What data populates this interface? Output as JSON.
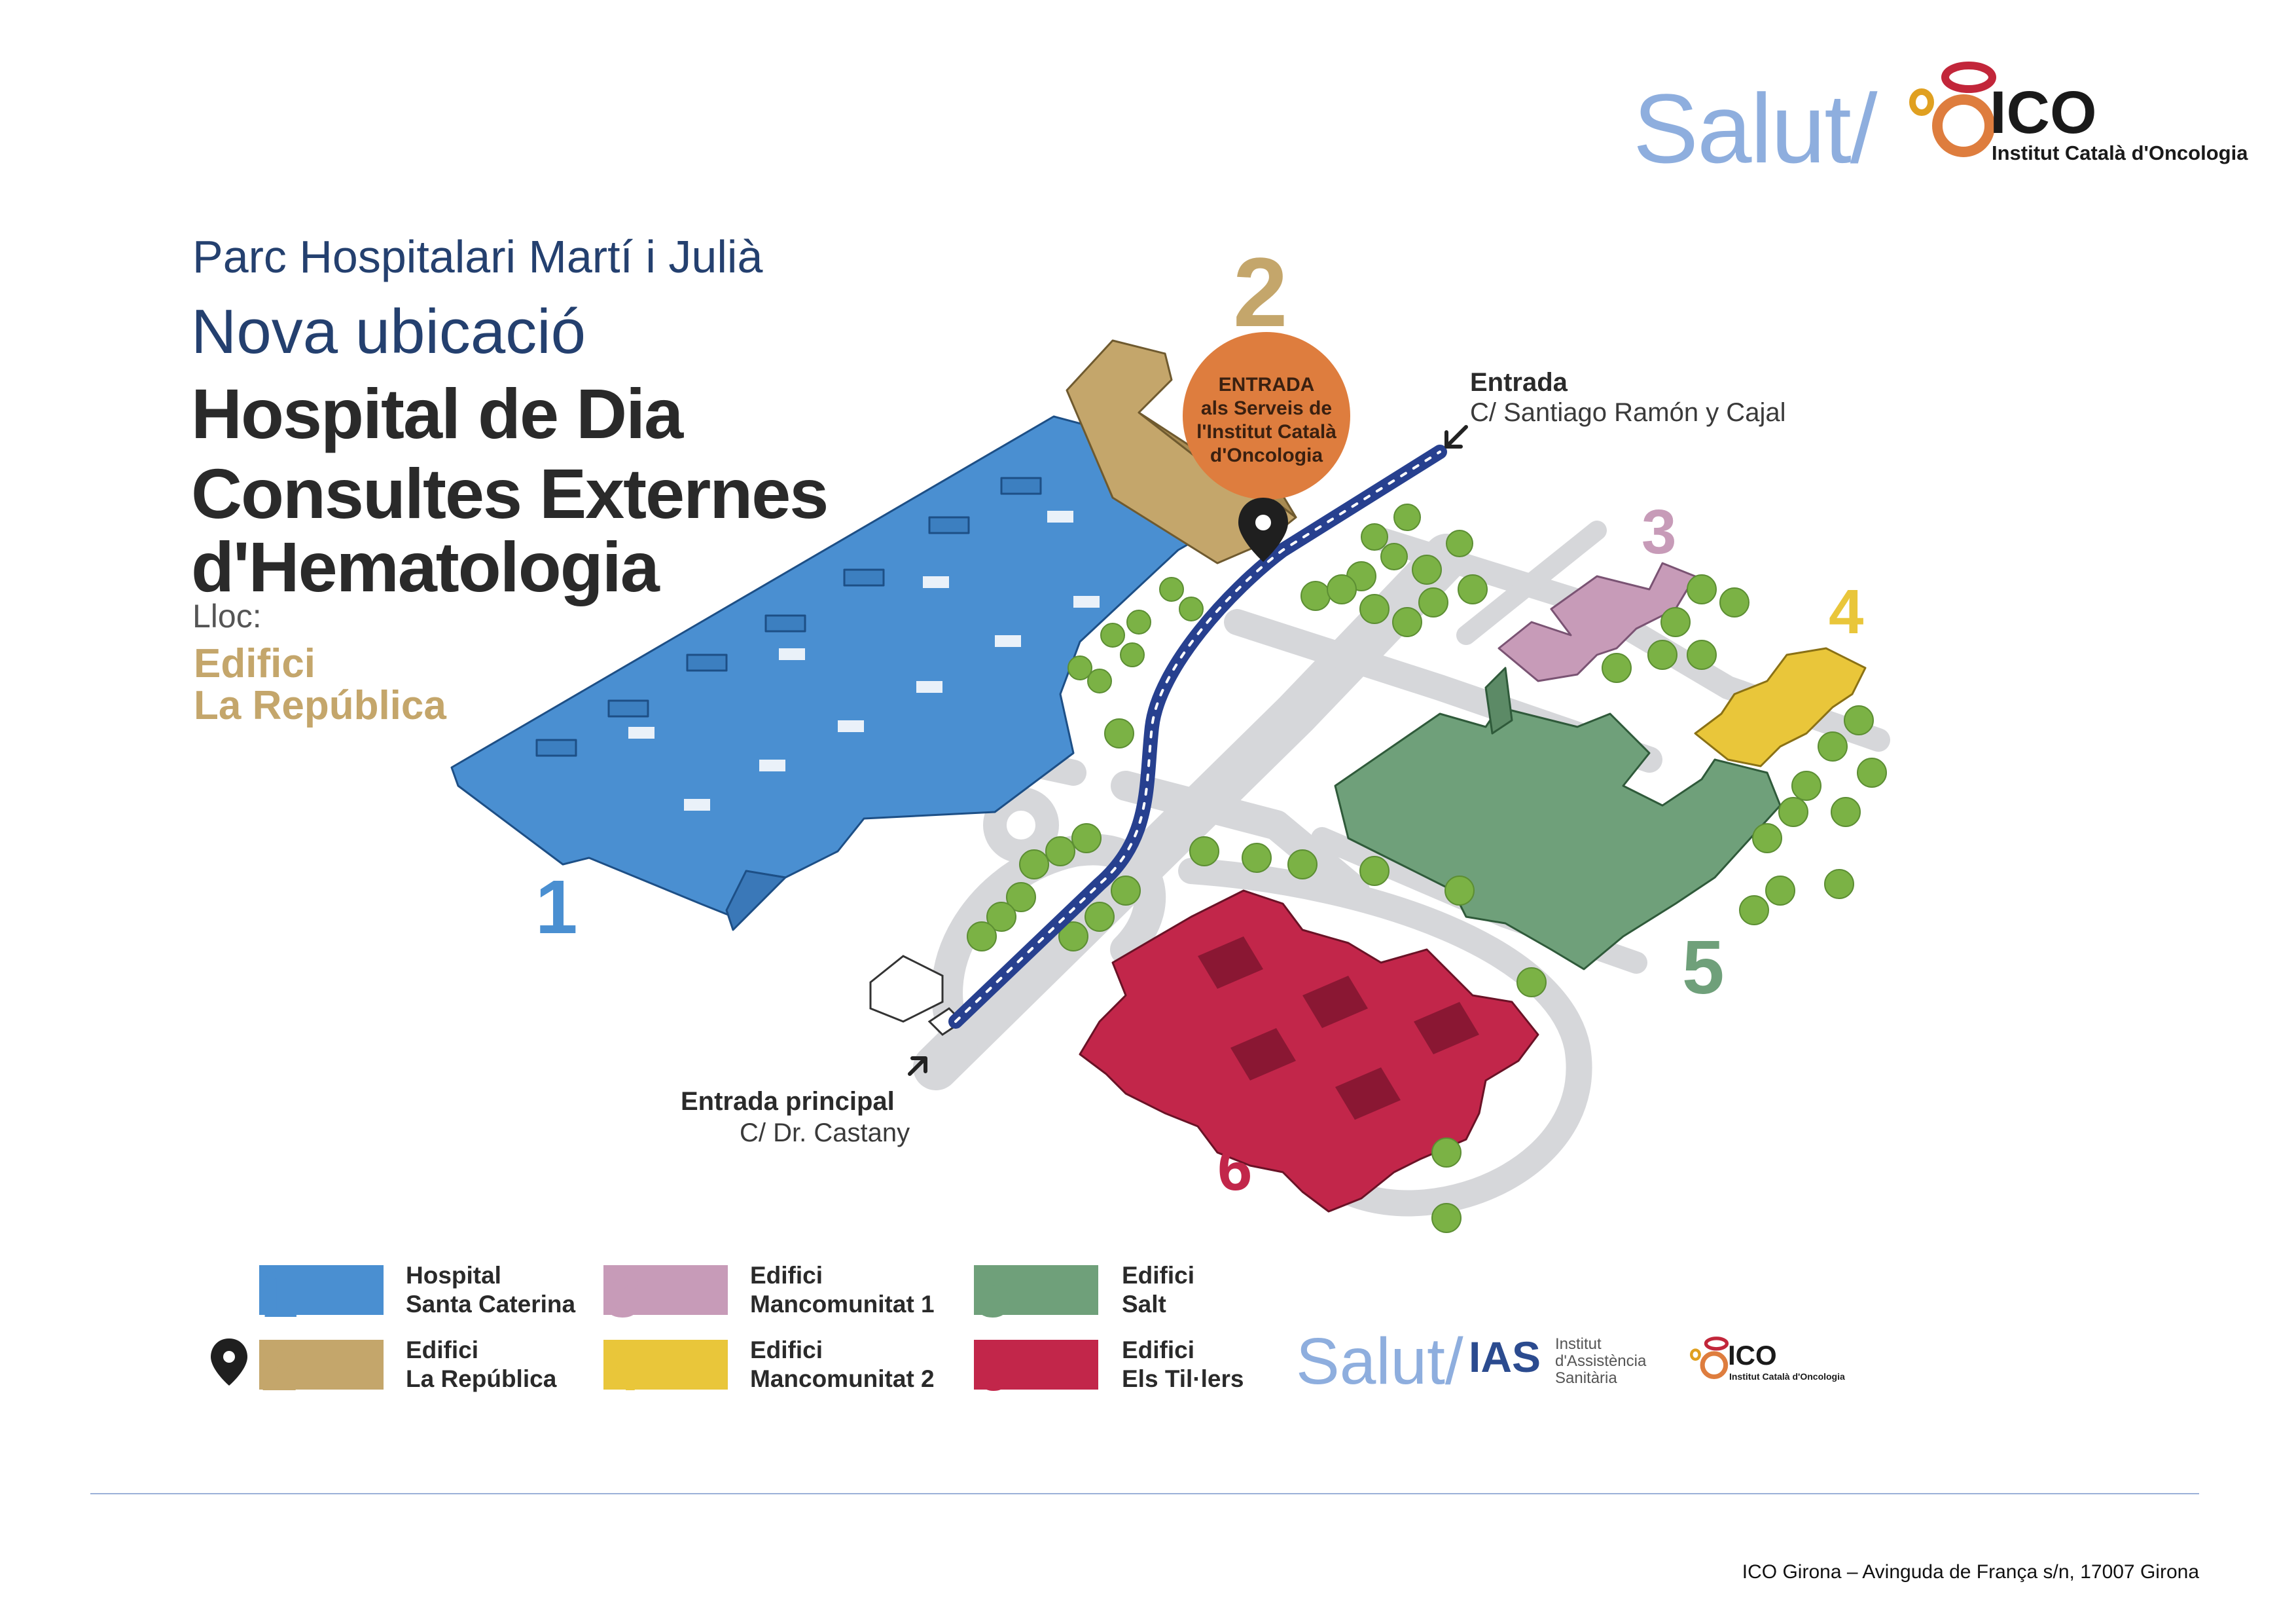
{
  "header": {
    "salut": "Salut/",
    "ico_abbr": "ICO",
    "ico_name": "Institut Català d'Oncologia"
  },
  "title_block": {
    "park": "Parc Hospitalari Martí i Julià",
    "subtitle": "Nova ubicació",
    "title_lines": [
      "Hospital de Dia",
      "Consultes Externes",
      "d'Hematologia"
    ],
    "location_label": "Lloc:",
    "location_lines": [
      "Edifici",
      "La República"
    ]
  },
  "map": {
    "entrance_top": {
      "title": "Entrada",
      "street": "C/ Santiago Ramón y Cajal"
    },
    "entrance_main": {
      "title": "Entrada principal",
      "street": "C/ Dr. Castany"
    },
    "ico_entrance_lines": [
      "ENTRADA",
      "als Serveis de",
      "l'Institut Català",
      "d'Oncologia"
    ],
    "building_numbers": [
      "1",
      "2",
      "3",
      "4",
      "5",
      "6"
    ]
  },
  "colors": {
    "b1": "#4a8fd1",
    "b2": "#c4a66b",
    "b3": "#c79bb8",
    "b4": "#e9c63a",
    "b5": "#6fa07a",
    "b6": "#c2264a",
    "orange": "#de7d3e",
    "road": "#d6d7da",
    "route": "#27408f",
    "tree": "#7bb245"
  },
  "legend": [
    {
      "number": "1",
      "line1": "Hospital",
      "line2": "Santa Caterina",
      "color": "#4a8fd1",
      "pin": false
    },
    {
      "number": "2",
      "line1": "Edifici",
      "line2": "La República",
      "color": "#c4a66b",
      "pin": true
    },
    {
      "number": "3",
      "line1": "Edifici",
      "line2": "Mancomunitat 1",
      "color": "#c79bb8",
      "pin": false
    },
    {
      "number": "4",
      "line1": "Edifici",
      "line2": "Mancomunitat 2",
      "color": "#e9c63a",
      "pin": false
    },
    {
      "number": "5",
      "line1": "Edifici",
      "line2": "Salt",
      "color": "#6fa07a",
      "pin": false
    },
    {
      "number": "6",
      "line1": "Edifici",
      "line2": "Els Til·lers",
      "color": "#c2264a",
      "pin": false
    }
  ],
  "footer": {
    "salut": "Salut/",
    "ias_abbr": "IAS",
    "ias_name_lines": [
      "Institut",
      "d'Assistència",
      "Sanitària"
    ],
    "ico_abbr": "ICO",
    "ico_name": "Institut Català d'Oncologia",
    "address": "ICO Girona – Avinguda de França s/n, 17007 Girona"
  }
}
